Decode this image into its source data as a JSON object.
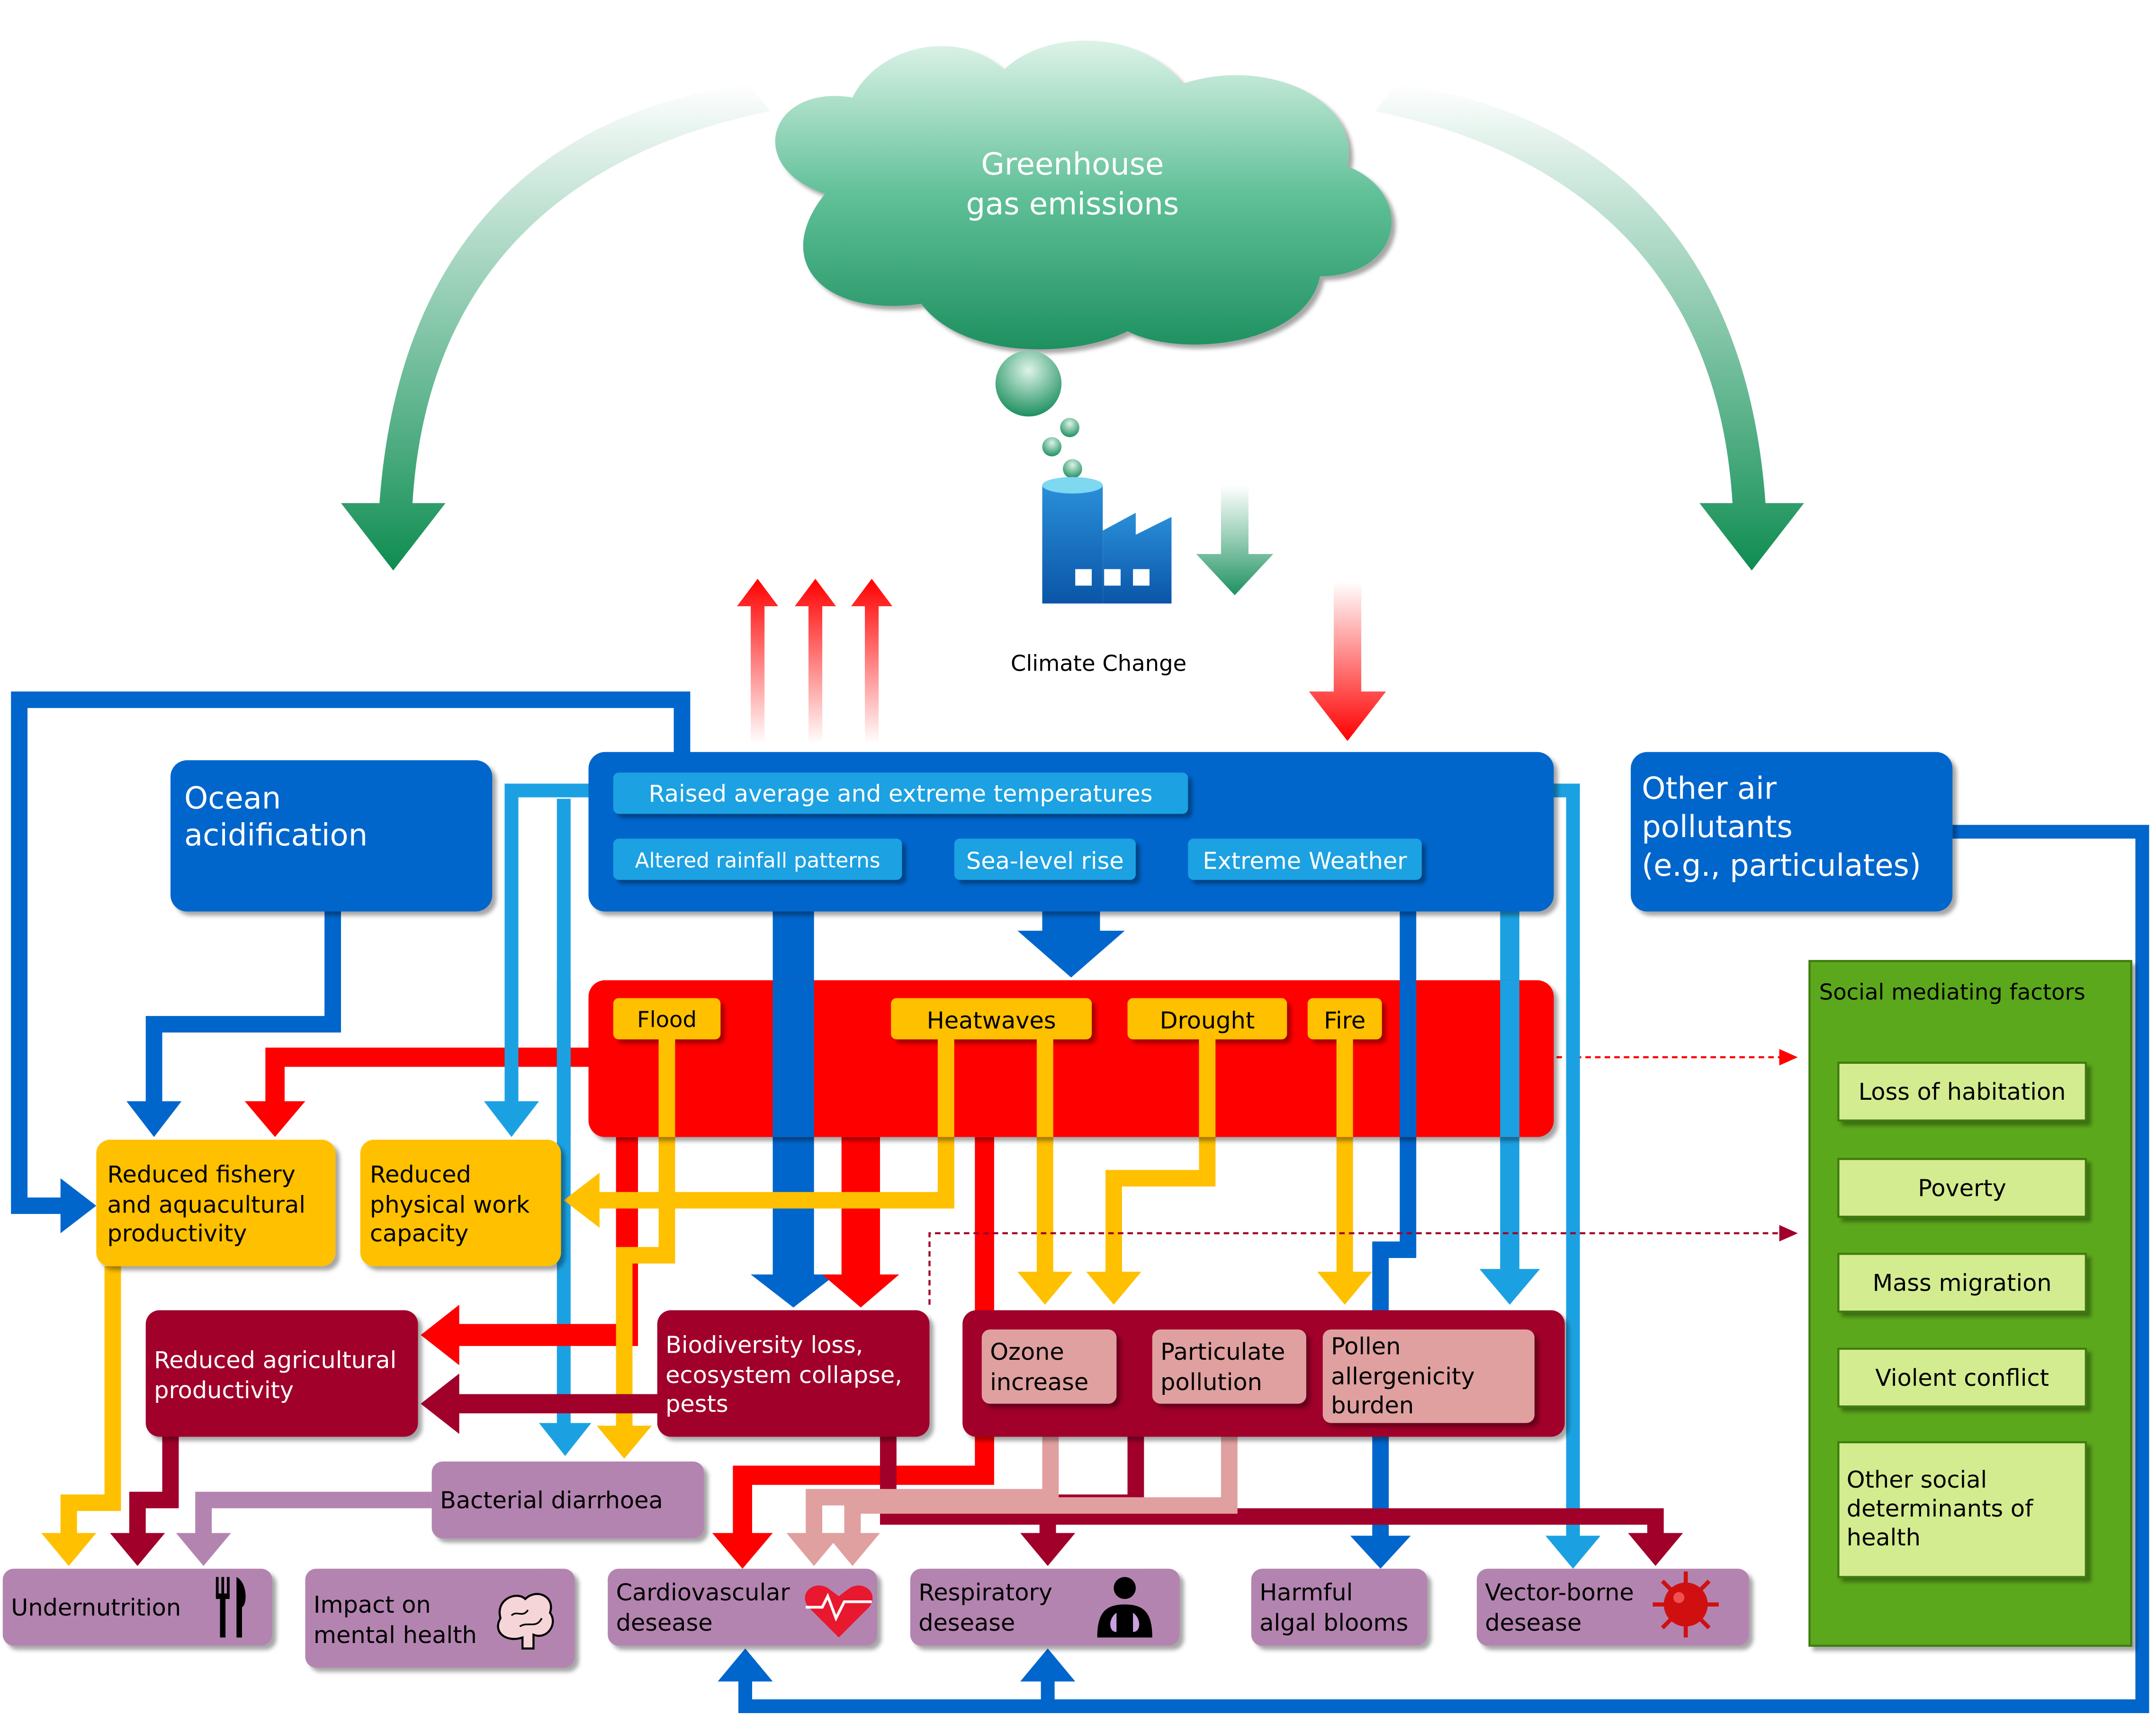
{
  "colors": {
    "dark_blue": "#0066CC",
    "light_blue": "#1BA1E2",
    "red": "#FF0000",
    "dark_red": "#A0002A",
    "orange": "#FFC000",
    "pink": "#E0A0A0",
    "purple": "#B484B0",
    "green_panel": "#5CA81E",
    "green_box": "#D4EC90",
    "green_cloud": "#2E9E6C"
  },
  "cloud": {
    "line1": "Greenhouse",
    "line2": "gas emissions",
    "icon": "factory-icon"
  },
  "climate_change_label": "Climate Change",
  "ocean": {
    "line1": "Ocean",
    "line2": "acidification"
  },
  "climate_box": {
    "temperatures": "Raised average and extreme temperatures",
    "rainfall": "Altered rainfall patterns",
    "sea_level": "Sea-level rise",
    "weather": "Extreme Weather"
  },
  "air_pollutants": {
    "line1": "Other air",
    "line2": "pollutants",
    "line3": "(e.g., particulates)"
  },
  "hazards": {
    "flood": "Flood",
    "heatwaves": "Heatwaves",
    "drought": "Drought",
    "fire": "Fire"
  },
  "social": {
    "title": "Social mediating factors",
    "habitation": "Loss of habitation",
    "poverty": "Poverty",
    "migration": "Mass migration",
    "conflict": "Violent conflict",
    "other1": "Other social",
    "other2": "determinants of",
    "other3": "health"
  },
  "fishery": {
    "line1": "Reduced fishery",
    "line2": "and aquacultural",
    "line3": "productivity"
  },
  "work": {
    "line1": "Reduced",
    "line2": "physical work",
    "line3": "capacity"
  },
  "agri": {
    "line1": "Reduced agricultural",
    "line2": "productivity"
  },
  "biodiversity": {
    "line1": "Biodiversity loss,",
    "line2": "ecosystem collapse,",
    "line3": "pests"
  },
  "ozone": {
    "line1": "Ozone",
    "line2": "increase"
  },
  "particulate": {
    "line1": "Particulate",
    "line2": "pollution"
  },
  "pollen": {
    "line1": "Pollen",
    "line2": "allergenicity",
    "line3": "burden"
  },
  "bacterial": "Bacterial diarrhoea",
  "outcomes": {
    "undernutrition": "Undernutrition",
    "mental1": "Impact on",
    "mental2": "mental health",
    "cardio1": "Cardiovascular",
    "cardio2": "desease",
    "resp1": "Respiratory",
    "resp2": "desease",
    "algal1": "Harmful",
    "algal2": "algal blooms",
    "vector1": "Vector-borne",
    "vector2": "desease"
  }
}
